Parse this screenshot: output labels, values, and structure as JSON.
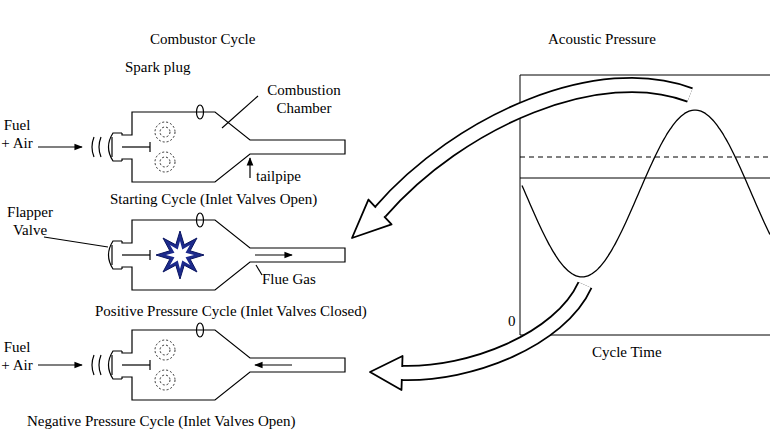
{
  "diagram": {
    "labels": [
      "Combustor Cycle",
      "Acoustic Pressure",
      "Spark plug",
      "Combustion Chamber",
      "Fuel + Air",
      "tailpipe",
      "Starting Cycle (Inlet Valves Open)",
      "Flapper Valve",
      "Flue Gas",
      "Positive Pressure Cycle (Inlet Valves Closed)",
      "Fuel + Air",
      "Negative Pressure Cycle (Inlet Valves Open)",
      "0",
      "Cycle Time"
    ]
  }
}
